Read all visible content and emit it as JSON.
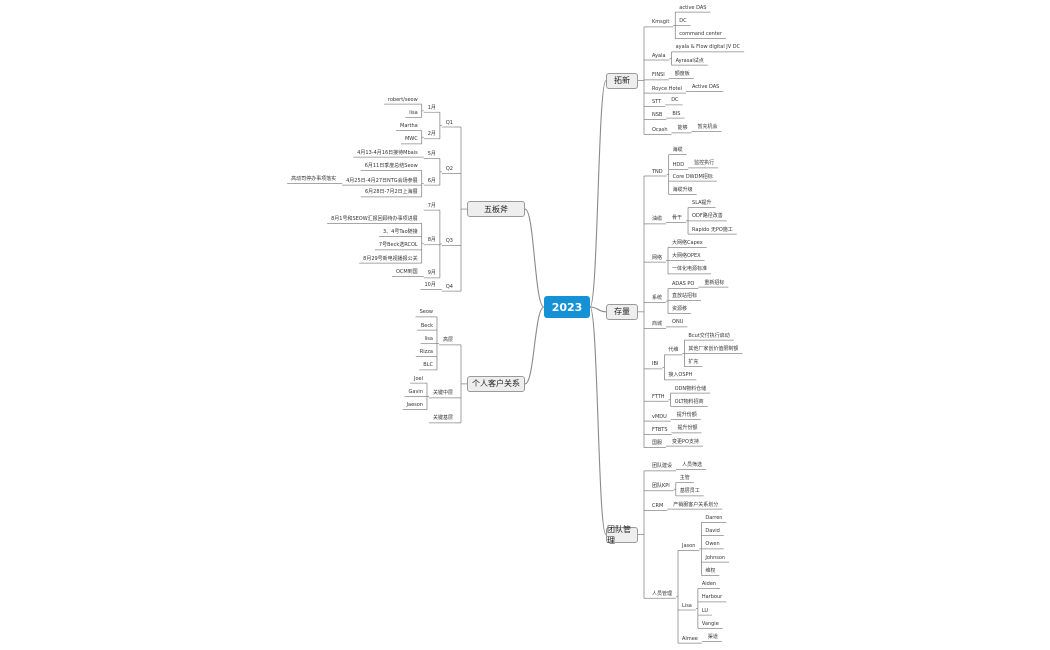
{
  "central": "2023",
  "right": [
    {
      "label": "拓新",
      "children": [
        {
          "label": "Kmsgit",
          "children": [
            {
              "label": "active DAS"
            },
            {
              "label": "DC"
            },
            {
              "label": "command center"
            }
          ]
        },
        {
          "label": "Ayala",
          "children": [
            {
              "label": "ayala & Flow digital JV DC"
            },
            {
              "label": "Ayrasal试点"
            }
          ]
        },
        {
          "label": "FINSI",
          "children": [
            {
              "label": "额度板"
            }
          ]
        },
        {
          "label": "Royce Hotel",
          "children": [
            {
              "label": "Active DAS"
            }
          ]
        },
        {
          "label": "STT",
          "children": [
            {
              "label": "DC"
            }
          ]
        },
        {
          "label": "NSB",
          "children": [
            {
              "label": "BIS"
            }
          ]
        },
        {
          "label": "Ocash",
          "children": [
            {
              "label": "能够",
              "children": [
                {
                  "label": "暂充机会"
                }
              ]
            }
          ]
        }
      ]
    },
    {
      "label": "存量",
      "children": [
        {
          "label": "TND",
          "children": [
            {
              "label": "海缆"
            },
            {
              "label": "HDD",
              "children": [
                {
                  "label": "监控执行"
                }
              ]
            },
            {
              "label": "Core DWDM招标"
            },
            {
              "label": "海缆升级"
            }
          ]
        },
        {
          "label": "油缆",
          "children": [
            {
              "label": "骨干",
              "children": [
                {
                  "label": "SLA提升"
                },
                {
                  "label": "ODF路径改善"
                },
                {
                  "label": "Rapido 无PO施工"
                }
              ]
            }
          ]
        },
        {
          "label": "网络",
          "children": [
            {
              "label": "大网络Capex"
            },
            {
              "label": "大网络OPEX"
            },
            {
              "label": "一体化电源标准"
            }
          ]
        },
        {
          "label": "系统",
          "children": [
            {
              "label": "ADAS PO",
              "children": [
                {
                  "label": "重新招标"
                }
              ]
            },
            {
              "label": "直放站招标"
            },
            {
              "label": "资源移"
            }
          ]
        },
        {
          "label": "商城",
          "children": [
            {
              "label": "ONU"
            }
          ]
        },
        {
          "label": "IBI",
          "children": [
            {
              "label": "代维",
              "children": [
                {
                  "label": "Bcut交付执行启动"
                },
                {
                  "label": "其他厂家创价值限制额"
                },
                {
                  "label": "扩充"
                }
              ]
            },
            {
              "label": "接入OSPH"
            }
          ]
        },
        {
          "label": "FTTH",
          "children": [
            {
              "label": "ODN物料仓储"
            },
            {
              "label": "OLT物料招商"
            }
          ]
        },
        {
          "label": "vMDU",
          "children": [
            {
              "label": "提升份额"
            }
          ]
        },
        {
          "label": "FTBTS",
          "children": [
            {
              "label": "提升份额"
            }
          ]
        },
        {
          "label": "国服",
          "children": [
            {
              "label": "变更PO支持"
            }
          ]
        }
      ]
    },
    {
      "label": "团队管理",
      "children": [
        {
          "label": "团队建设",
          "children": [
            {
              "label": "人员筛选"
            }
          ]
        },
        {
          "label": "团队KPI",
          "children": [
            {
              "label": "主管"
            },
            {
              "label": "基层员工"
            }
          ]
        },
        {
          "label": "CRM",
          "children": [
            {
              "label": "产销服客户关系划分"
            }
          ]
        },
        {
          "label": "人员管理",
          "children": [
            {
              "label": "Jason",
              "children": [
                {
                  "label": "Darren"
                },
                {
                  "label": "David"
                },
                {
                  "label": "Owen"
                },
                {
                  "label": "Johnson"
                },
                {
                  "label": "维权"
                }
              ]
            },
            {
              "label": "Lisa",
              "children": [
                {
                  "label": "Aiden"
                },
                {
                  "label": "Harbour"
                },
                {
                  "label": "LU"
                },
                {
                  "label": "Vangie"
                }
              ]
            },
            {
              "label": "Aimee",
              "children": [
                {
                  "label": "渠道"
                }
              ]
            }
          ]
        }
      ]
    }
  ],
  "left": [
    {
      "label": "五板斧",
      "children": [
        {
          "label": "Q1",
          "children": [
            {
              "label": "1月",
              "children": [
                {
                  "label": "robert/seow"
                },
                {
                  "label": "lisa"
                }
              ]
            },
            {
              "label": "2月",
              "children": [
                {
                  "label": "Martha"
                },
                {
                  "label": "MWC"
                }
              ]
            }
          ]
        },
        {
          "label": "Q2",
          "children": [
            {
              "label": "5月",
              "children": [
                {
                  "label": "4月13-4月16日接待Mbais"
                }
              ]
            },
            {
              "label": "6月",
              "children": [
                {
                  "label": "6月11日季度总结Seow"
                },
                {
                  "label": "4月25日-4月27日NTG会场参展",
                  "children": [
                    {
                      "label": "高动司停办事项落实"
                    }
                  ]
                },
                {
                  "label": "6月28日-7月2日上海展"
                }
              ]
            }
          ]
        },
        {
          "label": "Q3",
          "children": [
            {
              "label": "7月",
              "children": []
            },
            {
              "label": "8月",
              "children": [
                {
                  "label": "8月1号和SEOW汇报回顾待办事项进展"
                },
                {
                  "label": "3、4号Tao随接"
                },
                {
                  "label": "7号Beck选RCOL"
                },
                {
                  "label": "8月29号新电视播报公关"
                }
              ]
            },
            {
              "label": "9月",
              "children": [
                {
                  "label": "OCM到国"
                }
              ]
            }
          ]
        },
        {
          "label": "Q4",
          "children": [
            {
              "label": "10月",
              "children": []
            }
          ]
        }
      ]
    },
    {
      "label": "个人客户关系",
      "children": [
        {
          "label": "高层",
          "children": [
            {
              "label": "Seow"
            },
            {
              "label": "Beck"
            },
            {
              "label": "lisa"
            },
            {
              "label": "Rizza"
            },
            {
              "label": "BLC"
            }
          ]
        },
        {
          "label": "关键中层",
          "children": [
            {
              "label": "Joel"
            },
            {
              "label": "Gavin"
            },
            {
              "label": "Jaeson"
            }
          ]
        },
        {
          "label": "关键基层",
          "children": []
        }
      ]
    }
  ]
}
